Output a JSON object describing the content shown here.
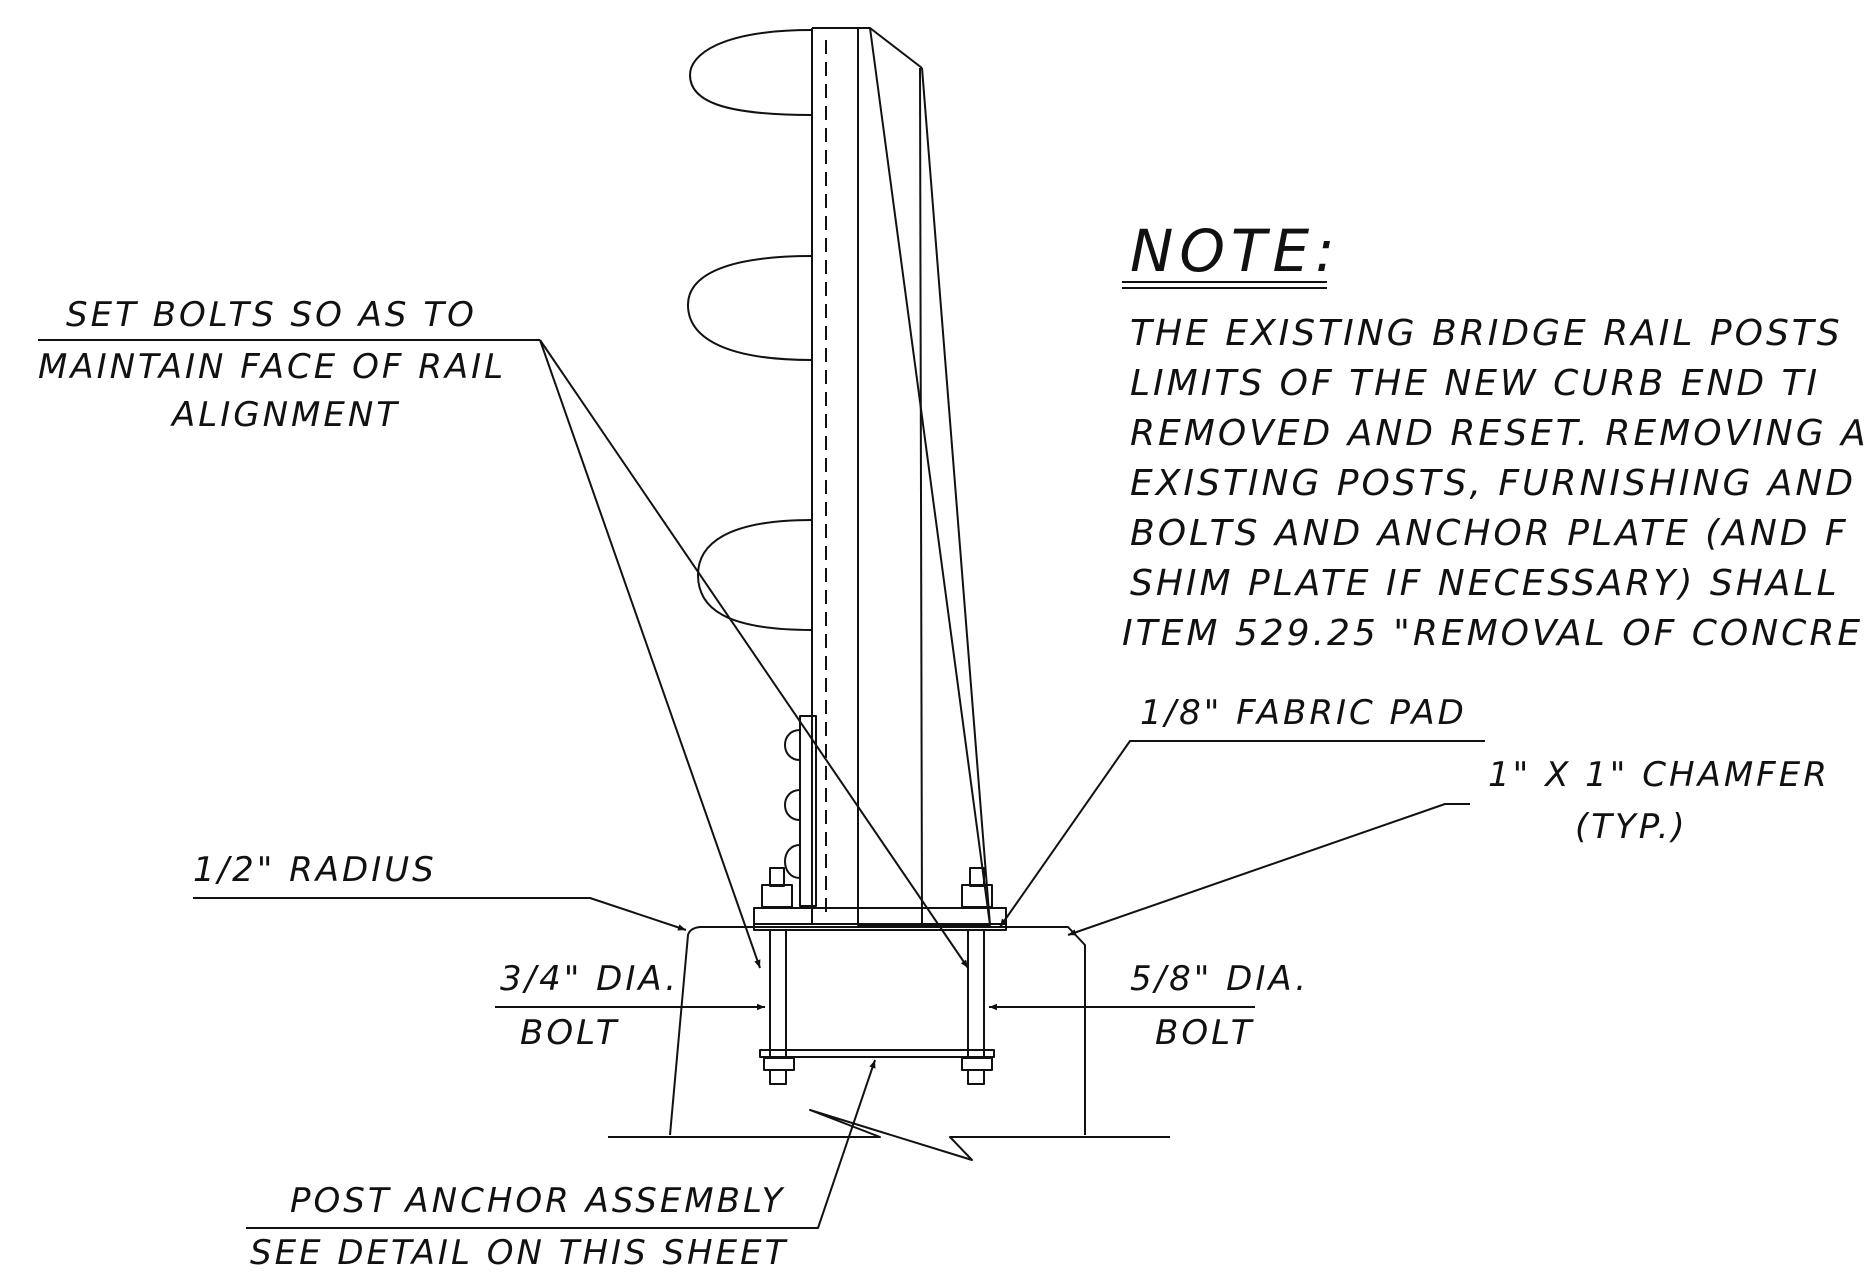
{
  "note": {
    "title": "NOTE:",
    "lines": [
      "THE EXISTING BRIDGE RAIL POSTS",
      "LIMITS OF THE NEW CURB END TI",
      "REMOVED AND RESET. REMOVING A",
      "EXISTING POSTS, FURNISHING AND",
      "BOLTS AND ANCHOR PLATE (AND F",
      "SHIM PLATE IF NECESSARY) SHALL",
      "ITEM 529.25 \"REMOVAL OF CONCRE"
    ]
  },
  "labels": {
    "set_bolts": [
      "SET BOLTS SO AS TO",
      "MAINTAIN FACE OF RAIL",
      "ALIGNMENT"
    ],
    "fabric_pad": "1/8\" FABRIC PAD",
    "chamfer": [
      "1\" X 1\" CHAMFER",
      "(TYP.)"
    ],
    "radius": "1/2\" RADIUS",
    "bolt_34": [
      "3/4\" DIA.",
      "BOLT"
    ],
    "bolt_58": [
      "5/8\" DIA.",
      "BOLT"
    ],
    "anchor": [
      "POST ANCHOR ASSEMBLY",
      "SEE DETAIL ON THIS SHEET"
    ]
  },
  "colors": {
    "ink": "#111111",
    "background": "#ffffff"
  }
}
